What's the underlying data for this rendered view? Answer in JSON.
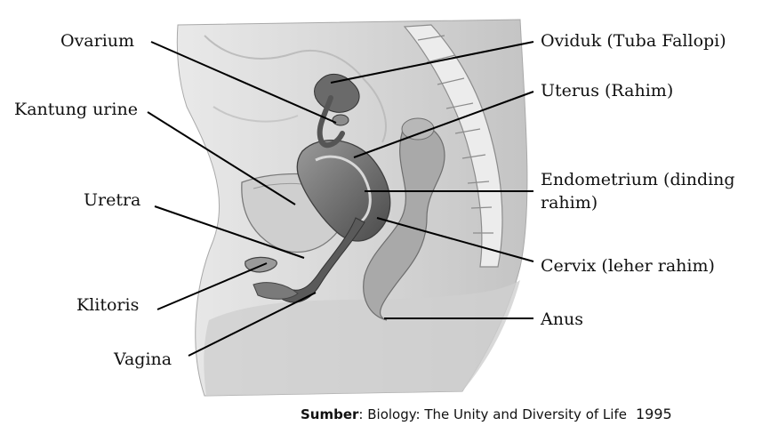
{
  "labels": {
    "ovarium": "Ovarium",
    "kantung_urine": "Kantung urine",
    "uretra": "Uretra",
    "klitoris": "Klitoris",
    "vagina": "Vagina",
    "oviduk": "Oviduk (Tuba Fallopi)",
    "uterus": "Uterus (Rahim)",
    "endometrium": "Endometrium (dinding rahim)",
    "cervix": "Cervix (leher rahim)",
    "anus": "Anus"
  },
  "source": {
    "prefix": "Sumber",
    "separator": ":",
    "title": " Biology: The Unity and Diversity of Life",
    "year": "1995"
  },
  "colors": {
    "paper": "#ffffff",
    "tissue_light": "#e4e4e4",
    "tissue_mid": "#bdbdbd",
    "tissue_dark": "#6e6e6e",
    "organ_dark": "#4a4a4a",
    "leader_line": "#000000"
  }
}
